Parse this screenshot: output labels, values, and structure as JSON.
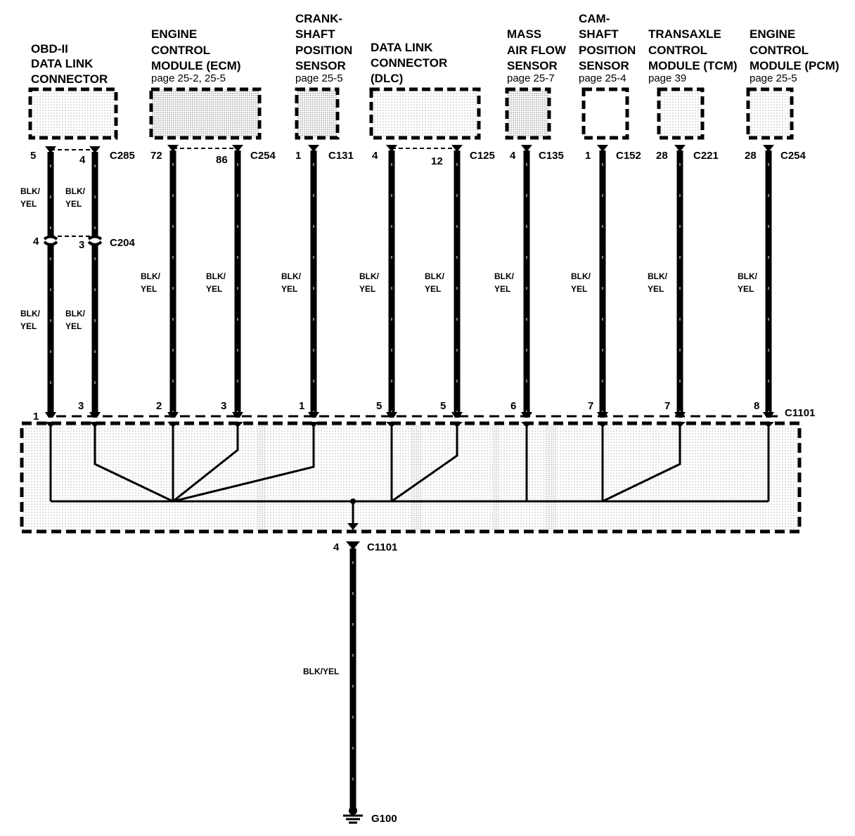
{
  "components": [
    {
      "id": "obd",
      "label_lines": [
        "OBD-II",
        "DATA LINK",
        "CONNECTOR"
      ],
      "page": ""
    },
    {
      "id": "ecm",
      "label_lines": [
        "ENGINE",
        "CONTROL",
        "MODULE (ECM)"
      ],
      "page": "page 25-2, 25-5"
    },
    {
      "id": "ckp",
      "label_lines": [
        "CRANK-",
        "SHAFT",
        "POSITION",
        "SENSOR"
      ],
      "page": "page 25-5"
    },
    {
      "id": "dlc",
      "label_lines": [
        "DATA LINK",
        "CONNECTOR",
        "(DLC)"
      ],
      "page": ""
    },
    {
      "id": "maf",
      "label_lines": [
        "MASS",
        "AIR FLOW",
        "SENSOR"
      ],
      "page": "page 25-7"
    },
    {
      "id": "cmp",
      "label_lines": [
        "CAM-",
        "SHAFT",
        "POSITION",
        "SENSOR"
      ],
      "page": "page 25-4"
    },
    {
      "id": "tcm",
      "label_lines": [
        "TRANSAXLE",
        "CONTROL",
        "MODULE (TCM)"
      ],
      "page": "page 39"
    },
    {
      "id": "pcm",
      "label_lines": [
        "ENGINE",
        "CONTROL",
        "MODULE (PCM)"
      ],
      "page": "page 25-5"
    }
  ],
  "top_connectors": [
    {
      "name": "C285",
      "pins": [
        "5",
        "4"
      ]
    },
    {
      "name": "C254",
      "pins": [
        "72",
        "86"
      ]
    },
    {
      "name": "C131",
      "pins": [
        "1"
      ]
    },
    {
      "name": "C125",
      "pins": [
        "4",
        "12"
      ]
    },
    {
      "name": "C135",
      "pins": [
        "4"
      ]
    },
    {
      "name": "C152",
      "pins": [
        "1"
      ]
    },
    {
      "name": "C221",
      "pins": [
        "28"
      ]
    },
    {
      "name": "C254",
      "pins": [
        "28"
      ]
    }
  ],
  "inline_connector": {
    "name": "C204",
    "pins": [
      "4",
      "3"
    ]
  },
  "splice_connector": {
    "name": "C1101",
    "pins": [
      "1",
      "3",
      "2",
      "3",
      "1",
      "5",
      "5",
      "6",
      "7",
      "7",
      "8"
    ]
  },
  "ground_connector": {
    "name": "C1101",
    "pin": "4",
    "wire_color": "BLK/YEL"
  },
  "ground": {
    "name": "G100"
  },
  "wire_color_top": "BLK/",
  "wire_color_bottom": "YEL"
}
